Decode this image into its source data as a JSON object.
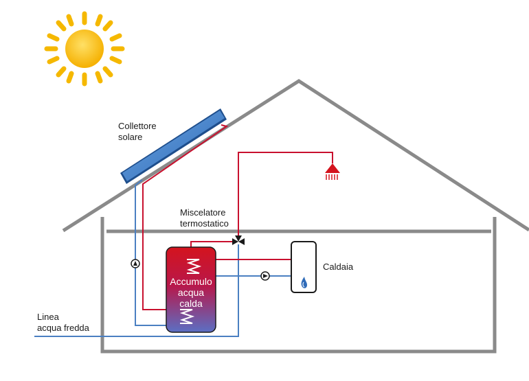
{
  "labels": {
    "collector_line1": "Collettore",
    "collector_line2": "solare",
    "mixer_line1": "Miscelatore",
    "mixer_line2": "termostatico",
    "boiler": "Caldaia",
    "tank_line1": "Accumulo",
    "tank_line2": "acqua",
    "tank_line3": "calda",
    "cold_line1": "Linea",
    "cold_line2": "acqua fredda"
  },
  "colors": {
    "house": "#8a8a8a",
    "hot_pipe": "#c8102e",
    "cold_pipe": "#4a7fc1",
    "sun": "#f5b800",
    "collector": "#3d7cc9",
    "tank_top": "#d4141e",
    "tank_bottom": "#5b6fc4"
  },
  "icons": {
    "sun": "sun-icon",
    "shower": "shower-head-icon",
    "flame": "flame-icon",
    "pump": "pump-icon",
    "valve": "mixing-valve-icon"
  }
}
